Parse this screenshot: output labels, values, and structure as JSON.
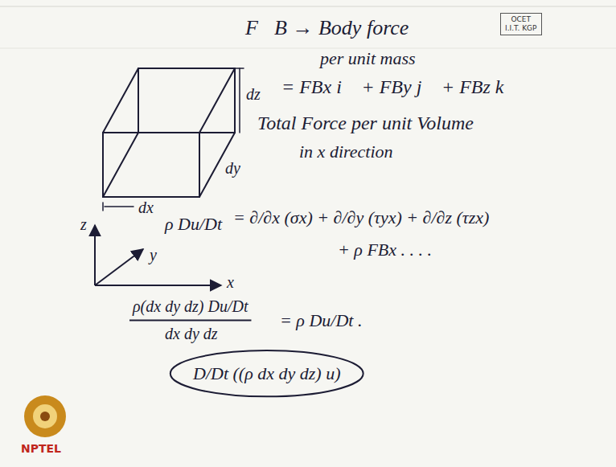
{
  "diagram": {
    "nodes": [
      {
        "text": [
          "OCET",
          "I.I.T. KGP"
        ]
      }
    ],
    "labels": [
      "dz",
      "dy",
      "dx",
      "z",
      "y",
      "x",
      "F⃗B → Body force",
      "per unit mass",
      "= FBx i⃗ + FBy j⃗ + FBz k⃗",
      "Total Force per unit Volume",
      "in x direction",
      "ρ Du/Dt",
      "= ∂/∂x (σx) + ∂/∂y (τyx) + ∂/∂z (τzx)",
      "+ ρ FBx . . . .",
      "ρ(dx dy dz) Du/Dt",
      "dx dy dz",
      "= ρ Du/Dt .",
      "D/Dt ((ρ dx dy dz) u)",
      "NPTEL"
    ]
  }
}
